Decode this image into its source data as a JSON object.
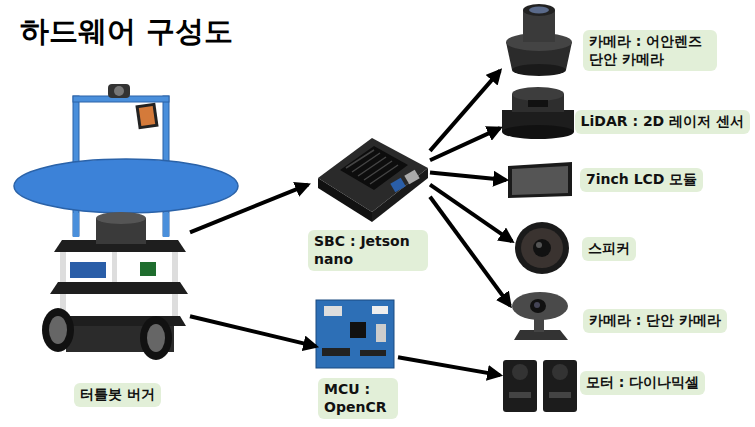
{
  "diagram": {
    "title": "하드웨어 구성도",
    "nodes": [
      {
        "text": [
          "터틀봇 버거"
        ]
      },
      {
        "text": [
          "SBC : Jetson nano"
        ]
      },
      {
        "text": [
          "MCU : OpenCR"
        ]
      },
      {
        "text": [
          "카메라 : 어안렌즈 단안 카메라"
        ]
      },
      {
        "text": [
          "LiDAR : 2D 레이저 센서"
        ]
      },
      {
        "text": [
          "7inch LCD 모듈"
        ]
      },
      {
        "text": [
          "스피커"
        ]
      },
      {
        "text": [
          "카메라 : 단안 카메라"
        ]
      },
      {
        "text": [
          "모터 : 다이나믹셀"
        ]
      }
    ],
    "edges": [
      {
        "from": 0,
        "to": 1,
        "arrow": "to"
      },
      {
        "from": 0,
        "to": 2,
        "arrow": "to"
      },
      {
        "from": 1,
        "to": 3,
        "arrow": "to"
      },
      {
        "from": 1,
        "to": 4,
        "arrow": "to"
      },
      {
        "from": 1,
        "to": 5,
        "arrow": "to"
      },
      {
        "from": 1,
        "to": 6,
        "arrow": "to"
      },
      {
        "from": 1,
        "to": 7,
        "arrow": "to"
      },
      {
        "from": 2,
        "to": 8,
        "arrow": "to"
      }
    ]
  }
}
